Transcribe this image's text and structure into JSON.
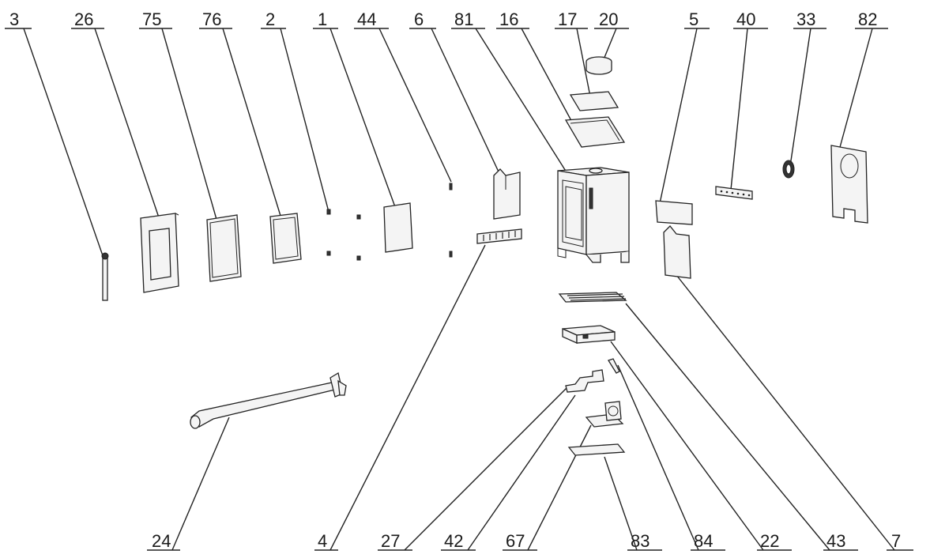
{
  "callouts": {
    "c3": "3",
    "c26": "26",
    "c75": "75",
    "c76": "76",
    "c2": "2",
    "c1": "1",
    "c44": "44",
    "c6": "6",
    "c81": "81",
    "c16": "16",
    "c17": "17",
    "c20": "20",
    "c5": "5",
    "c40": "40",
    "c33": "33",
    "c82": "82",
    "c24": "24",
    "c4": "4",
    "c27": "27",
    "c42": "42",
    "c67": "67",
    "c83": "83",
    "c84": "84",
    "c22": "22",
    "c43": "43",
    "c7": "7"
  }
}
